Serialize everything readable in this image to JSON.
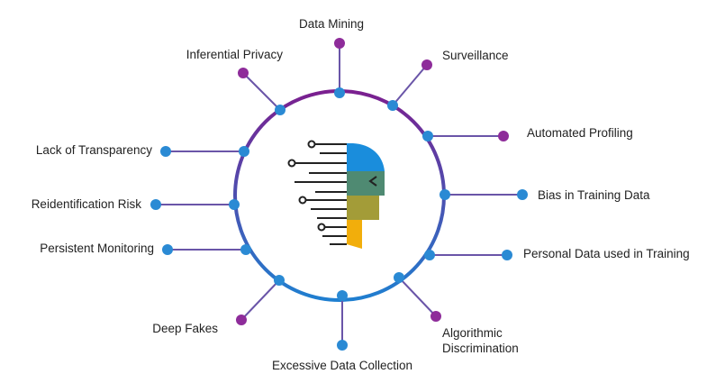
{
  "diagram": {
    "central_icon": "ai-head-circuit-icon",
    "colors": {
      "ring_gradient_top": "#7b1f8f",
      "ring_gradient_bottom": "#1f7fd0",
      "spoke": "#6a55a8",
      "node_blue": "#2a8ad4",
      "node_purple": "#8e2c9a",
      "head_blue": "#1a8ddc",
      "head_teal": "#4f8a72",
      "head_olive": "#a39c38",
      "head_gold": "#f2ae0b",
      "circuit": "#222222"
    },
    "risks": [
      "Data Mining",
      "Surveillance",
      "Automated Profiling",
      "Bias in Training Data",
      "Personal Data used in Training",
      "Algorithmic",
      "Discrimination",
      "Excessive Data Collection",
      "Deep Fakes",
      "Persistent Monitoring",
      "Reidentification Risk",
      "Lack of Transparency",
      "Inferential Privacy"
    ]
  }
}
